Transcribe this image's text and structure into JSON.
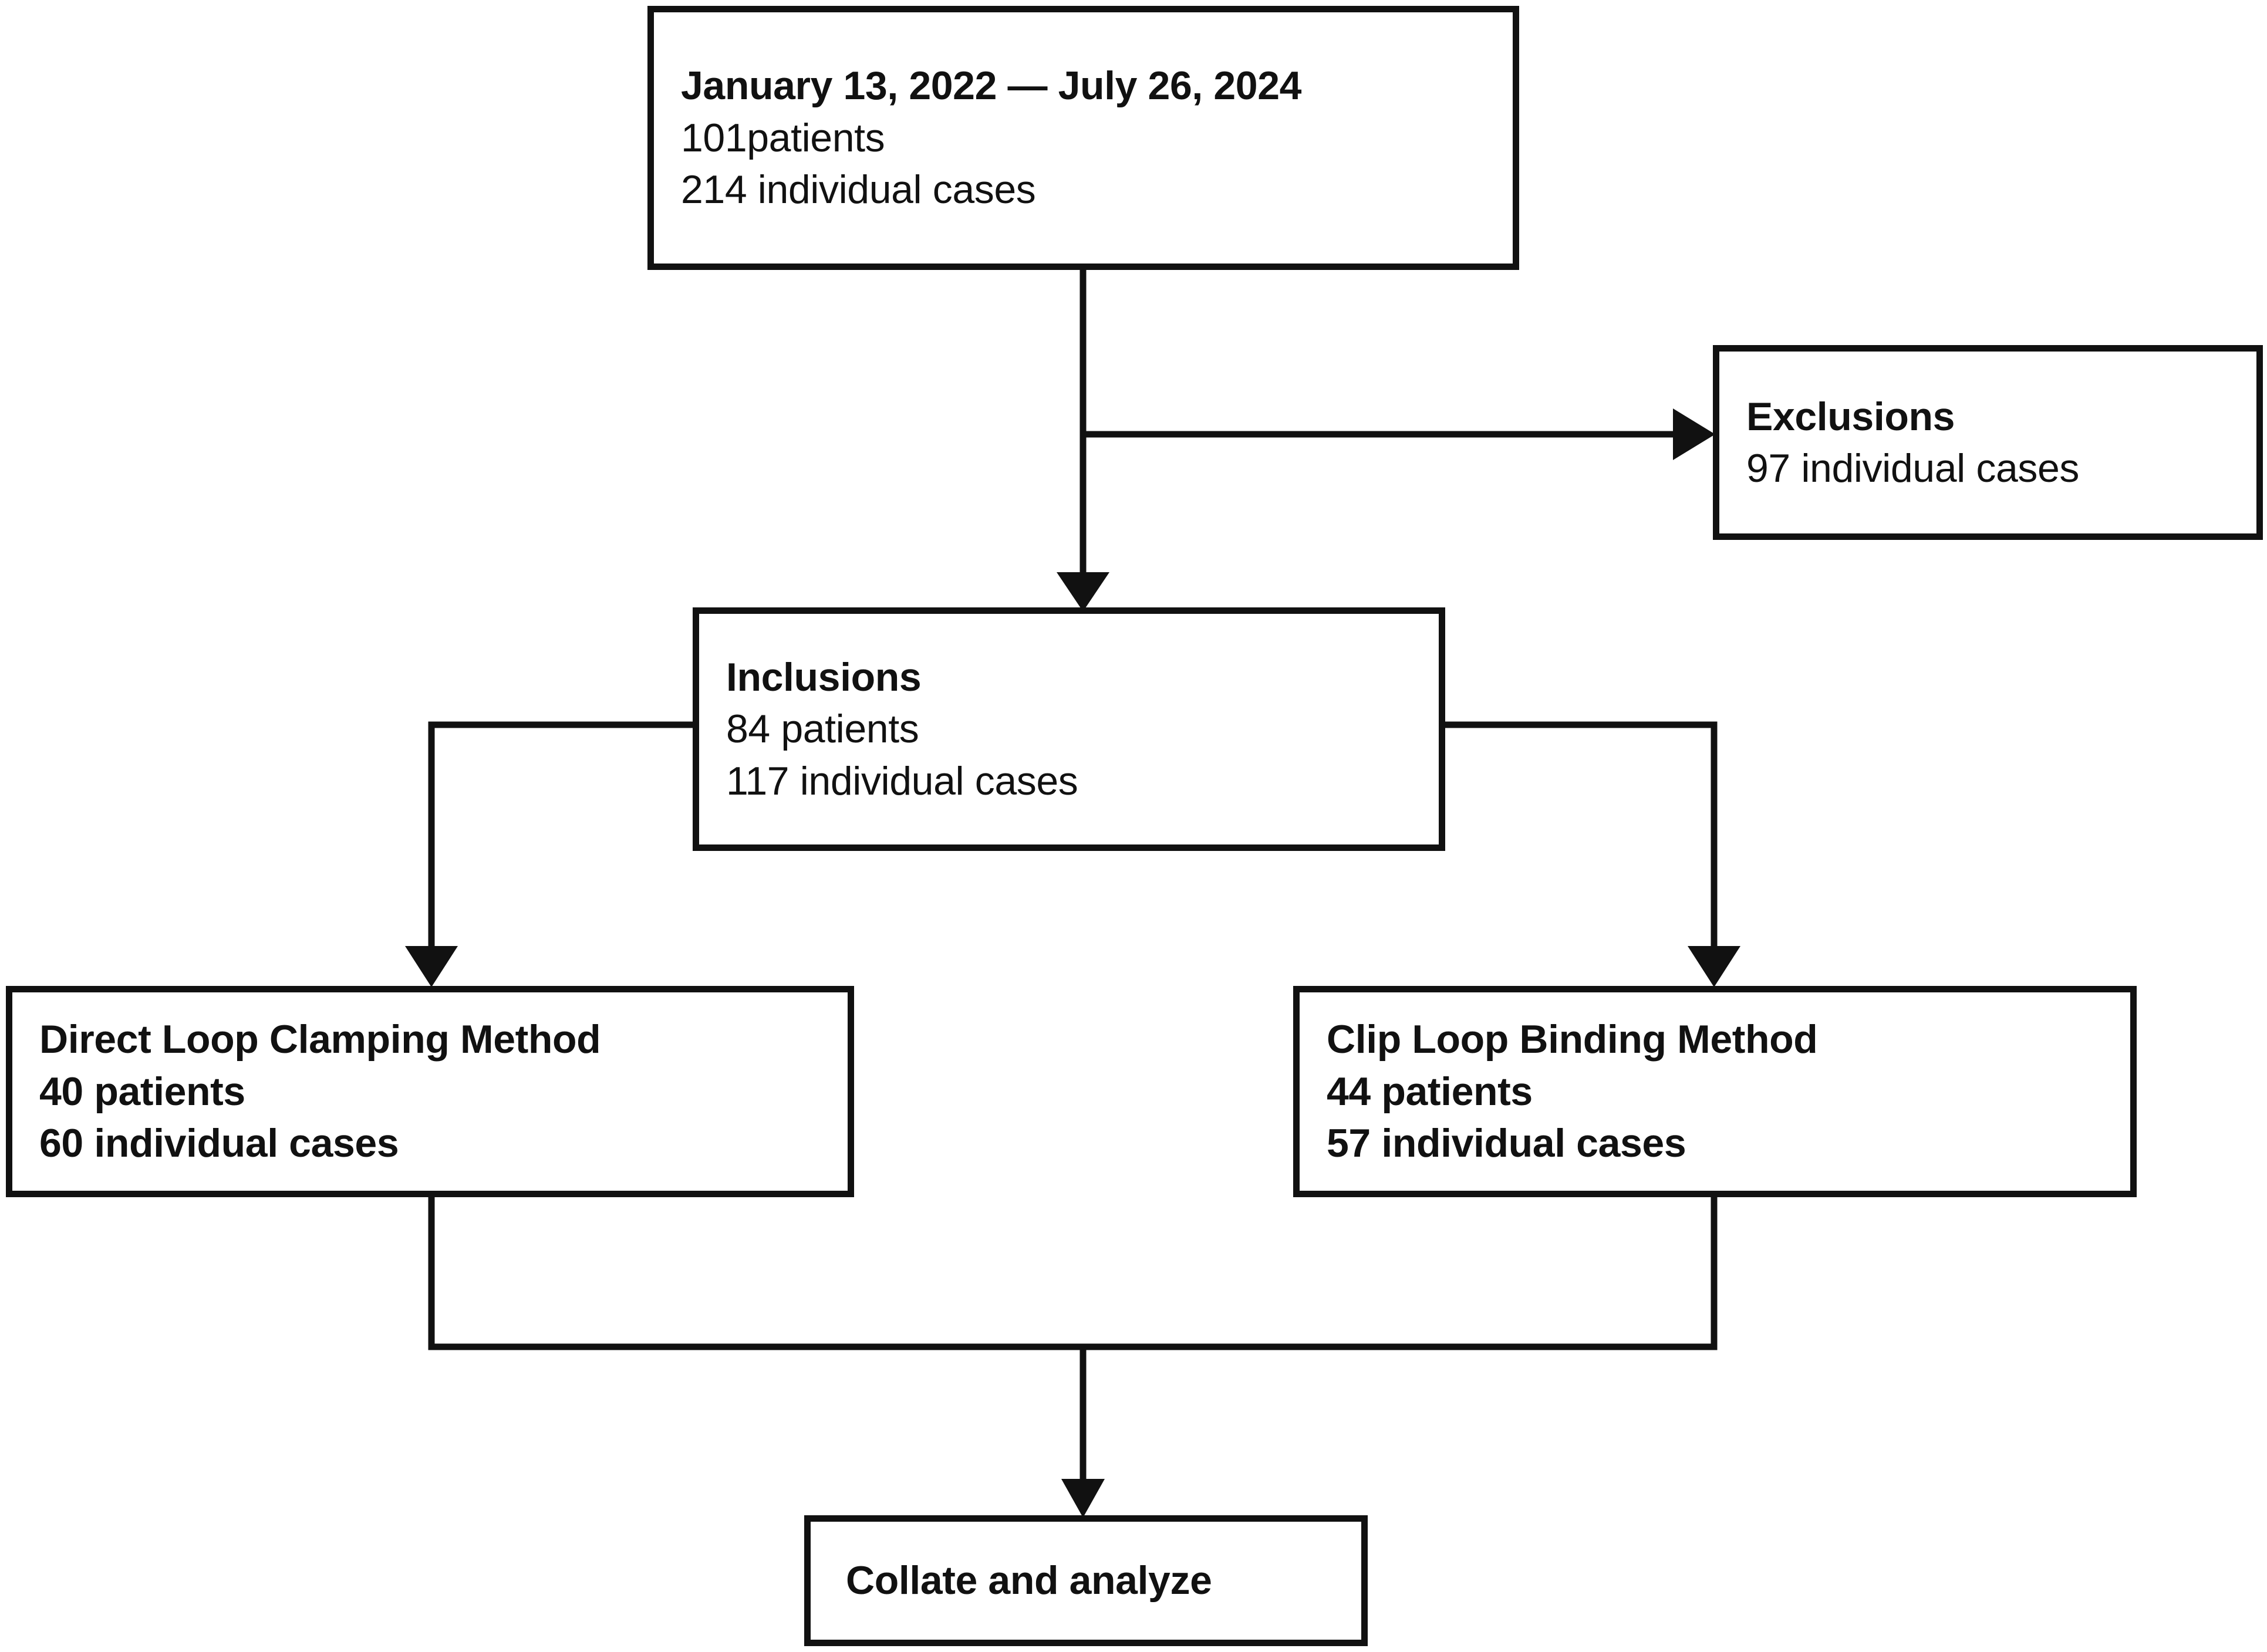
{
  "diagram": {
    "type": "flowchart",
    "title": "Patient enrollment and allocation flow",
    "orientation": "top-down",
    "line_color": "#111111",
    "box_fill": "#ffffff",
    "nodes": [
      {
        "id": "enrollment",
        "name": "enrollment-box",
        "lines": [
          {
            "text": "January 13, 2022 — July 26, 2024",
            "bold": true
          },
          {
            "text": "101patients",
            "bold": false
          },
          {
            "text": "214 individual cases",
            "bold": false
          }
        ]
      },
      {
        "id": "exclusions",
        "name": "exclusions-box",
        "lines": [
          {
            "text": "Exclusions",
            "bold": true
          },
          {
            "text": "97 individual cases",
            "bold": false
          }
        ]
      },
      {
        "id": "inclusions",
        "name": "inclusions-box",
        "lines": [
          {
            "text": "Inclusions",
            "bold": true
          },
          {
            "text": "84 patients",
            "bold": false
          },
          {
            "text": "117 individual cases",
            "bold": false
          }
        ]
      },
      {
        "id": "direct_loop",
        "name": "direct-loop-clamping-box",
        "lines": [
          {
            "text": "Direct Loop Clamping Method",
            "bold": true
          },
          {
            "text": "40 patients",
            "bold": true
          },
          {
            "text": "60 individual cases",
            "bold": true
          }
        ]
      },
      {
        "id": "clip_loop",
        "name": "clip-loop-binding-box",
        "lines": [
          {
            "text": "Clip Loop Binding Method",
            "bold": true
          },
          {
            "text": "44 patients",
            "bold": true
          },
          {
            "text": "57 individual cases",
            "bold": true
          }
        ]
      },
      {
        "id": "collate",
        "name": "collate-and-analyze-box",
        "lines": [
          {
            "text": "Collate and analyze",
            "bold": true
          }
        ]
      }
    ],
    "edges": [
      {
        "from": "enrollment",
        "to": "exclusions",
        "style": "elbow-right",
        "arrow": true
      },
      {
        "from": "enrollment",
        "to": "inclusions",
        "style": "straight-down",
        "arrow": true
      },
      {
        "from": "inclusions",
        "to": "direct_loop",
        "style": "elbow-left-down",
        "arrow": true
      },
      {
        "from": "inclusions",
        "to": "clip_loop",
        "style": "elbow-right-down",
        "arrow": true
      },
      {
        "from": "direct_loop",
        "to": "collate",
        "style": "merge-down",
        "arrow": true
      },
      {
        "from": "clip_loop",
        "to": "collate",
        "style": "merge-down",
        "arrow": true
      }
    ]
  },
  "enrollment": {
    "date_range": "January 13, 2022 — July 26, 2024",
    "patients": "101patients",
    "cases": "214 individual cases"
  },
  "exclusions": {
    "heading": "Exclusions",
    "cases": "97 individual cases"
  },
  "inclusions": {
    "heading": "Inclusions",
    "patients": "84 patients",
    "cases": "117 individual cases"
  },
  "direct_loop": {
    "heading": "Direct Loop Clamping Method",
    "patients": "40 patients",
    "cases": "60 individual cases"
  },
  "clip_loop": {
    "heading": "Clip Loop Binding Method",
    "patients": "44 patients",
    "cases": "57 individual cases"
  },
  "collate": {
    "label": "Collate and analyze"
  }
}
